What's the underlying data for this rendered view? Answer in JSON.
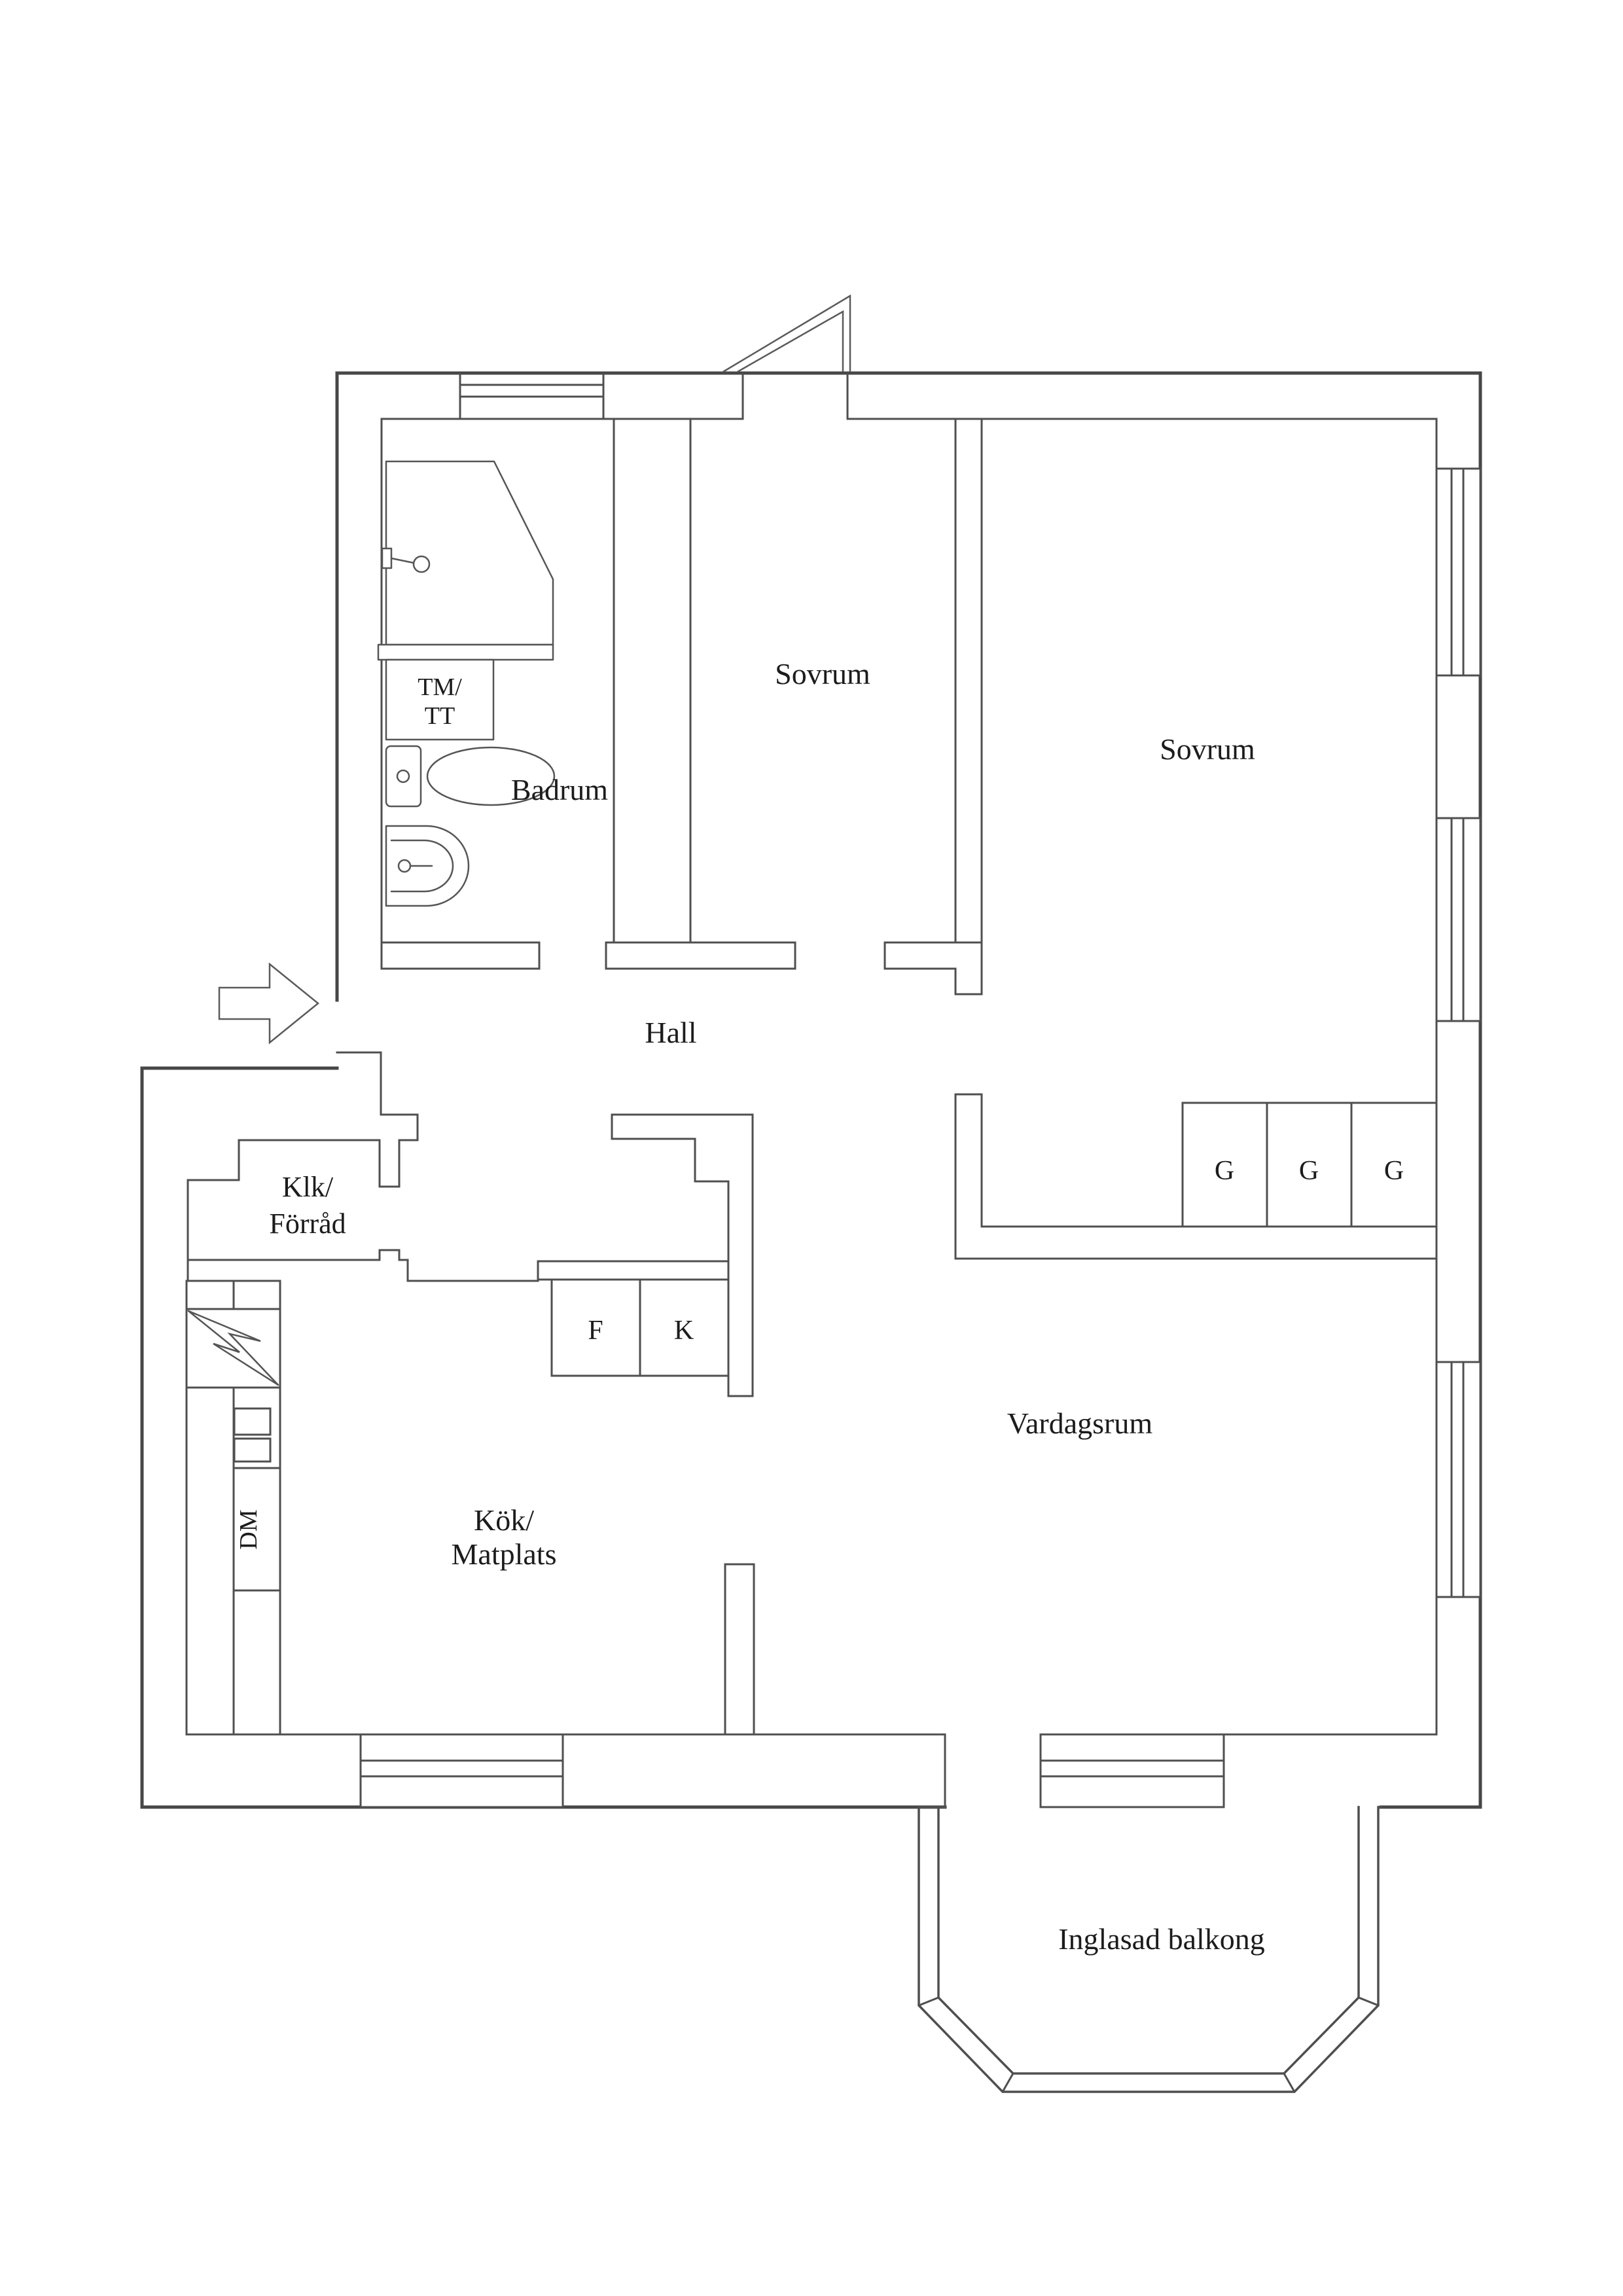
{
  "plan": {
    "background_color": "#ffffff",
    "wall_color": "#4a4a4a",
    "text_color": "#1c1c1c",
    "rooms": {
      "bedroom_top": {
        "label": "Sovrum"
      },
      "bedroom_right": {
        "label": "Sovrum"
      },
      "bathroom": {
        "label": "Badrum"
      },
      "hall": {
        "label": "Hall"
      },
      "closet": {
        "label_line1": "Klk/",
        "label_line2": "Förråd"
      },
      "kitchen": {
        "label_line1": "Kök/",
        "label_line2": "Matplats"
      },
      "living_room": {
        "label": "Vardagsrum"
      },
      "balcony": {
        "label": "Inglasad balkong"
      }
    },
    "appliances": {
      "washer_dryer_line1": "TM/",
      "washer_dryer_line2": "TT",
      "dishwasher": "DM",
      "freezer": "F",
      "fridge": "K",
      "wardrobes": [
        "G",
        "G",
        "G"
      ]
    }
  }
}
